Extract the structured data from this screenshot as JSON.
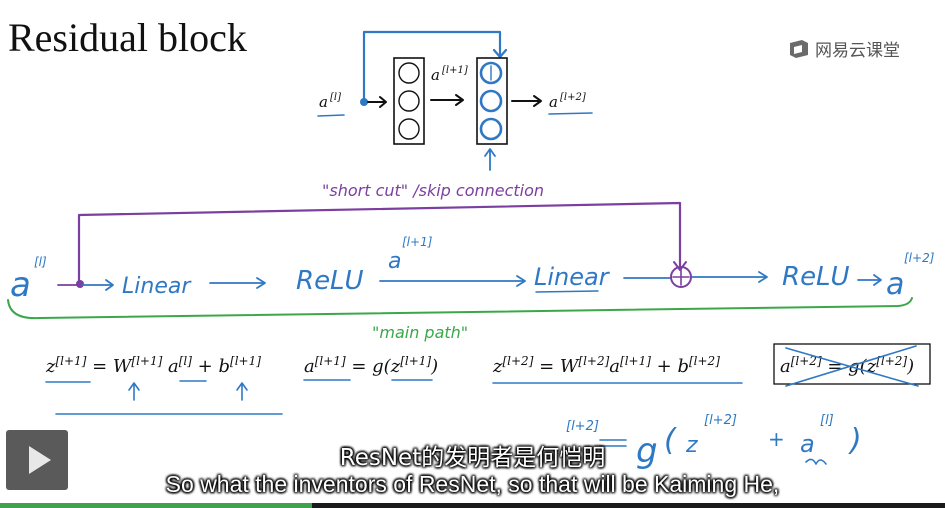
{
  "slide": {
    "title": "Residual block",
    "brand": "网易云课堂",
    "top_diagram": {
      "input_label": "a^[l]",
      "hidden_label": "a^[l+1]",
      "output_label": "a^[l+2]",
      "annotation": "\"short cut\" /skip connection"
    },
    "main_path": {
      "input": "a^[l]",
      "steps": [
        "Linear",
        "ReLU",
        "Linear",
        "ReLU"
      ],
      "mid_activation": "a^[l+1]",
      "output": "a^[l+2]",
      "annotation": "\"main path\""
    },
    "equations": [
      "z[l+1] = W[l+1] a[l] + b[l+1]",
      "a[l+1] = g(z[l+1])",
      "z[l+2] = W[l+2] a[l+1] + b[l+2]",
      "a[l+2] = g(z[l+2])"
    ],
    "handwritten_eq": "a[l+2] = g( z[l+2] + a[l] )"
  },
  "player": {
    "play_icon": "play-icon",
    "subtitle_cn": "ResNet的发明者是何恺明",
    "subtitle_en": "So what the inventors of ResNet, so that will be Kaiming He,",
    "progress": 0.33,
    "progress_color": "#3fa34d"
  }
}
